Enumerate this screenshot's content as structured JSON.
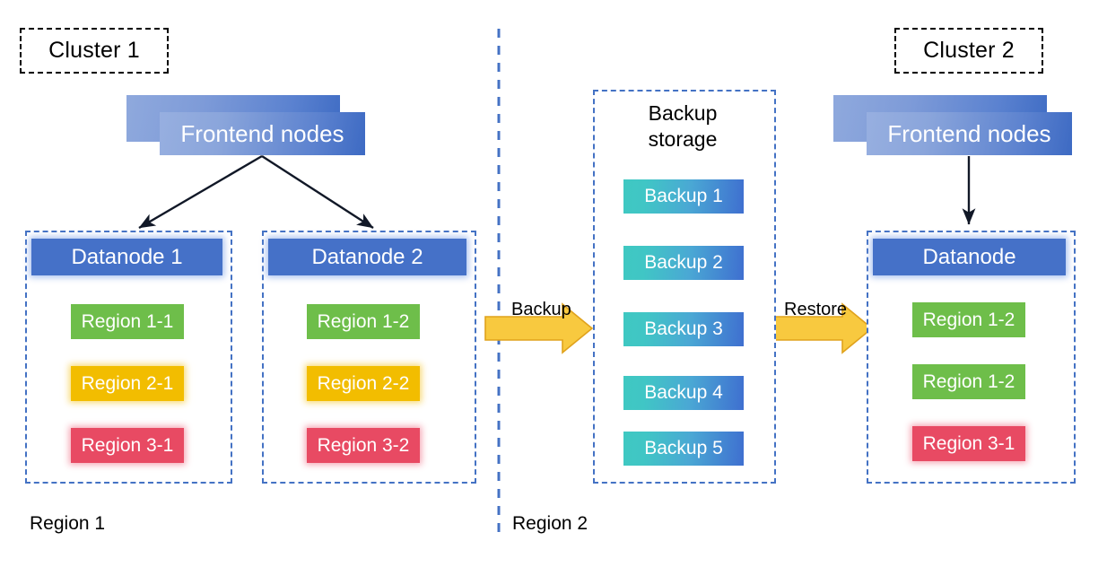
{
  "diagram": {
    "background_color": "#ffffff",
    "divider": {
      "name": "region-divider",
      "color": "#4472c4"
    }
  },
  "clusters": [
    {
      "title": "Cluster 1",
      "frontend_label": "Frontend nodes",
      "nodes": [
        {
          "header": "Datanode 1",
          "regions": [
            {
              "label": "Region 1-1",
              "color": "#6ebe4a"
            },
            {
              "label": "Region 2-1",
              "color": "#f2bd00"
            },
            {
              "label": "Region 3-1",
              "color": "#e84a63"
            }
          ]
        },
        {
          "header": "Datanode 2",
          "regions": [
            {
              "label": "Region 1-2",
              "color": "#6ebe4a"
            },
            {
              "label": "Region 2-2",
              "color": "#f2bd00"
            },
            {
              "label": "Region 3-2",
              "color": "#e84a63"
            }
          ]
        }
      ]
    },
    {
      "title": "Cluster 2",
      "frontend_label": "Frontend nodes",
      "nodes": [
        {
          "header": "Datanode",
          "regions": [
            {
              "label": "Region 1-2",
              "color": "#6ebe4a"
            },
            {
              "label": "Region 1-2",
              "color": "#6ebe4a"
            },
            {
              "label": "Region 3-1",
              "color": "#e84a63"
            }
          ]
        }
      ]
    }
  ],
  "backup_storage": {
    "caption_line1": "Backup",
    "caption_line2": "storage",
    "items": [
      {
        "label": "Backup 1"
      },
      {
        "label": "Backup 2"
      },
      {
        "label": "Backup 3"
      },
      {
        "label": "Backup 4"
      },
      {
        "label": "Backup 5"
      }
    ]
  },
  "flows": [
    {
      "label": "Backup",
      "color": "#f6c12a"
    },
    {
      "label": "Restore",
      "color": "#f6c12a"
    }
  ],
  "region_labels": [
    {
      "label": "Region 1"
    },
    {
      "label": "Region 2"
    }
  ]
}
